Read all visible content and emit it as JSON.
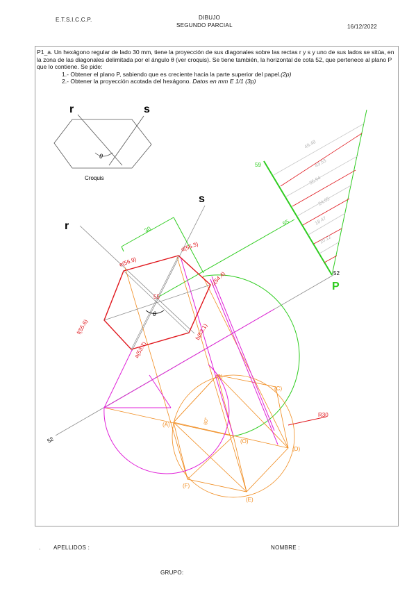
{
  "header": {
    "school": "E.T.S.I.C.C.P.",
    "subject": "DIBUJO",
    "exam": "SEGUNDO PARCIAL",
    "date": "16/12/2022"
  },
  "statement": {
    "text": "P1_a. Un hexágono regular de lado 30 mm, tiene la proyección de sus diagonales sobre las rectas r y s y uno de sus lados se sitúa, en la zona de las diagonales delimitada por el ángulo θ (ver croquis). Se tiene también, la horizontal de cota 52, que pertenece al plano P que lo contiene. Se pide:",
    "item1": "1.-    Obtener el plano P,  sabiendo que es creciente hacia la parte superior del papel.",
    "item1_score": "(2p)",
    "item2": "2.-    Obtener la proyección acotada del hexágono.   ",
    "item2_italic": "Datos en mm E 1/1  (3p)"
  },
  "croquis": {
    "label_r": "r",
    "label_s": "s",
    "theta": "θ",
    "caption": "Croquis"
  },
  "drawing": {
    "label_r": "r",
    "label_s": "s",
    "theta": "θ",
    "dim_30": "30",
    "center_label": "55",
    "plane_label": "P",
    "level_52_right": "52",
    "level_52_left": "52",
    "level_59": "59",
    "level_55": "55",
    "radius": "R30",
    "angle": "60°",
    "vertices": {
      "a": "a(53.7)",
      "b": "b(53.1)",
      "c": "c(54.4)",
      "d": "d(56.3)",
      "e": "e(56.9)",
      "f": "f(55.6)"
    },
    "rabatted": {
      "A": "(A)",
      "B": "(B)",
      "C": "(C)",
      "D": "(D)",
      "E": "(E)",
      "F": "(F)",
      "O": "(O)"
    },
    "slope_dims": [
      "49.48",
      "43.53",
      "35.94",
      "24.05",
      "18.47",
      "10.12"
    ],
    "colors": {
      "red": "#e0161c",
      "green": "#2ecc1f",
      "magenta": "#e020d8",
      "orange": "#f08a1c",
      "gray": "#8a8a8a",
      "lightgray": "#c8c8c8"
    }
  },
  "footer": {
    "dot": ".",
    "surname_label": "APELLIDOS :",
    "name_label": "NOMBRE :",
    "group_label": "GRUPO:"
  }
}
